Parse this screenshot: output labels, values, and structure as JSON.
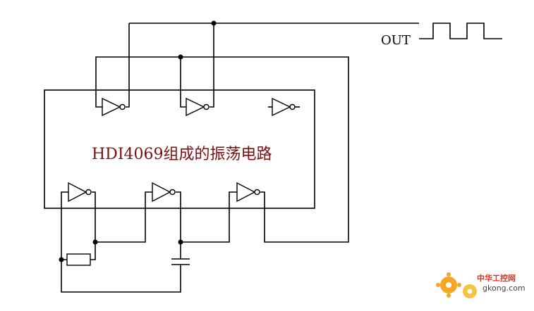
{
  "diagram": {
    "title": "HDI4069组成的振荡电路",
    "output_label": "OUT",
    "watermark": {
      "name_cn": "中华工控网",
      "url": "gkong.com",
      "gear_color": "#f5a623",
      "accent_color": "#e0301e"
    },
    "gates": [
      {
        "id": "inv-top-1",
        "type": "inverter"
      },
      {
        "id": "inv-top-2",
        "type": "inverter"
      },
      {
        "id": "inv-top-3",
        "type": "inverter"
      },
      {
        "id": "inv-bottom-1",
        "type": "inverter"
      },
      {
        "id": "inv-bottom-2",
        "type": "inverter"
      },
      {
        "id": "inv-bottom-3",
        "type": "inverter"
      }
    ],
    "components": [
      {
        "id": "resistor",
        "type": "resistor"
      },
      {
        "id": "capacitor",
        "type": "capacitor"
      }
    ]
  }
}
